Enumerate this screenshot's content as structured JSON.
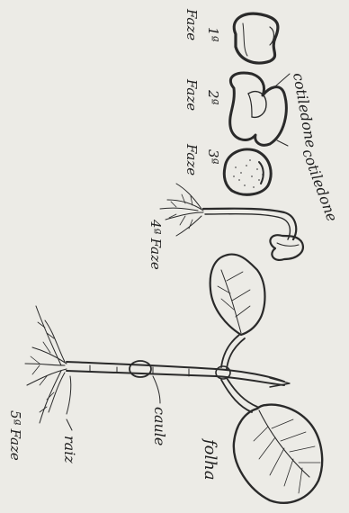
{
  "title": "",
  "stages": [
    {
      "ordinal": "1ª",
      "word": "Faze"
    },
    {
      "ordinal": "2ª",
      "word": "Faze"
    },
    {
      "ordinal": "3ª",
      "word": "Faze"
    },
    {
      "ordinal": "4ª",
      "word": "Faze"
    },
    {
      "ordinal": "5ª",
      "word": "Faze"
    }
  ],
  "labels": {
    "cotyledon_upper": "cotiledone",
    "cotyledon_lower": "cotiledone",
    "stem": "caule",
    "root": "raiz",
    "leaf": "folha"
  },
  "colors": {
    "paper": "#ecebe6",
    "ink": "#2a2a2a"
  }
}
